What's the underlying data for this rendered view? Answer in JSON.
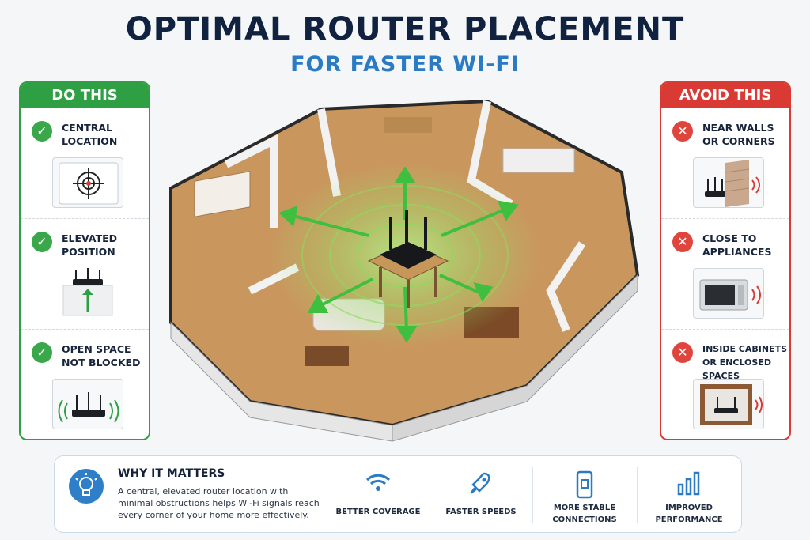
{
  "title": "OPTIMAL ROUTER PLACEMENT",
  "subtitle": "FOR FASTER WI-FI",
  "do_panel": {
    "header": "DO THIS",
    "items": [
      {
        "line1": "CENTRAL",
        "line2": "LOCATION",
        "icon": "target-icon"
      },
      {
        "line1": "ELEVATED",
        "line2": "POSITION",
        "icon": "elevated-router-icon"
      },
      {
        "line1": "OPEN SPACE",
        "line2": "NOT BLOCKED",
        "icon": "router-signal-icon"
      }
    ]
  },
  "avoid_panel": {
    "header": "AVOID THIS",
    "items": [
      {
        "line1": "NEAR WALLS",
        "line2": "OR CORNERS",
        "icon": "router-wall-icon"
      },
      {
        "line1": "CLOSE TO",
        "line2": "APPLIANCES",
        "icon": "microwave-icon"
      },
      {
        "line1": "INSIDE CABINETS",
        "line2": "OR ENCLOSED SPACES",
        "icon": "router-cabinet-icon"
      }
    ]
  },
  "bottom": {
    "why_title": "WHY IT MATTERS",
    "why_text": "A central, elevated router location with minimal obstructions helps Wi-Fi signals reach every corner of your home more effectively.",
    "benefits": [
      {
        "line1": "BETTER COVERAGE",
        "line2": "",
        "icon": "wifi-icon"
      },
      {
        "line1": "FASTER SPEEDS",
        "line2": "",
        "icon": "rocket-icon"
      },
      {
        "line1": "MORE STABLE",
        "line2": "CONNECTIONS",
        "icon": "phone-icon"
      },
      {
        "line1": "IMPROVED",
        "line2": "PERFORMANCE",
        "icon": "bar-chart-icon"
      }
    ]
  },
  "colors": {
    "do_green": "#2ea043",
    "avoid_red": "#d93a33",
    "accent_blue": "#2b7bc4",
    "title_navy": "#10223f"
  }
}
